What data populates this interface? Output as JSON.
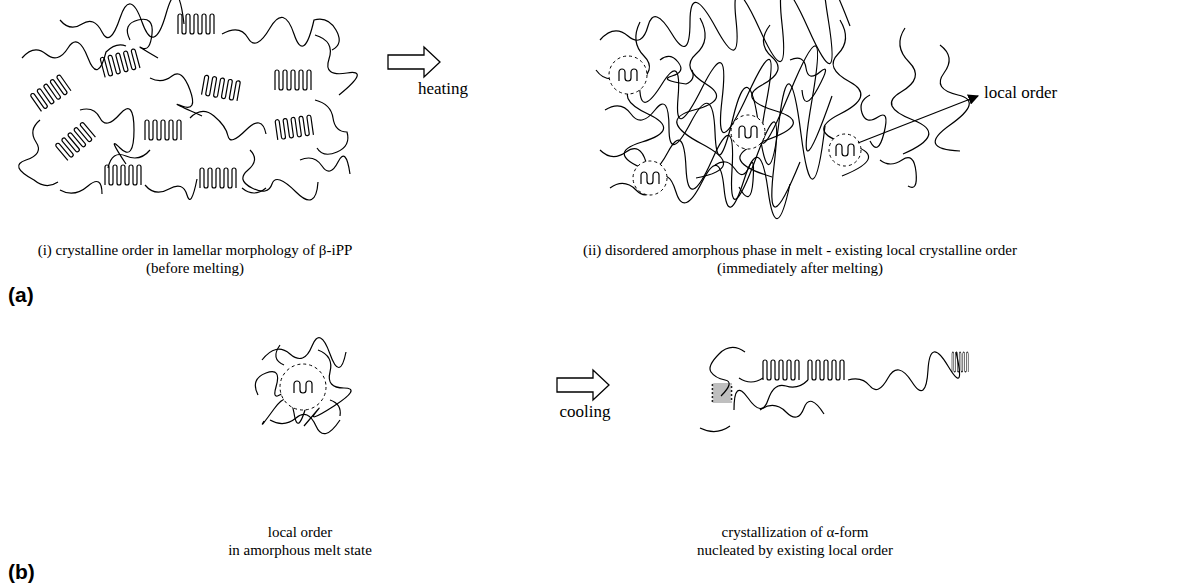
{
  "diagram": {
    "labels": [
      "heating",
      "local order",
      "(i) crystalline order in lamellar morphology of β-iPP",
      "(before melting)",
      "(ii) disordered amorphous phase in melt - existing local crystalline order",
      "(immediately after melting)",
      "(a)",
      "local order",
      "in amorphous melt state",
      "cooling",
      "crystallization of α-form",
      "nucleated by existing local order",
      "(b)"
    ]
  }
}
